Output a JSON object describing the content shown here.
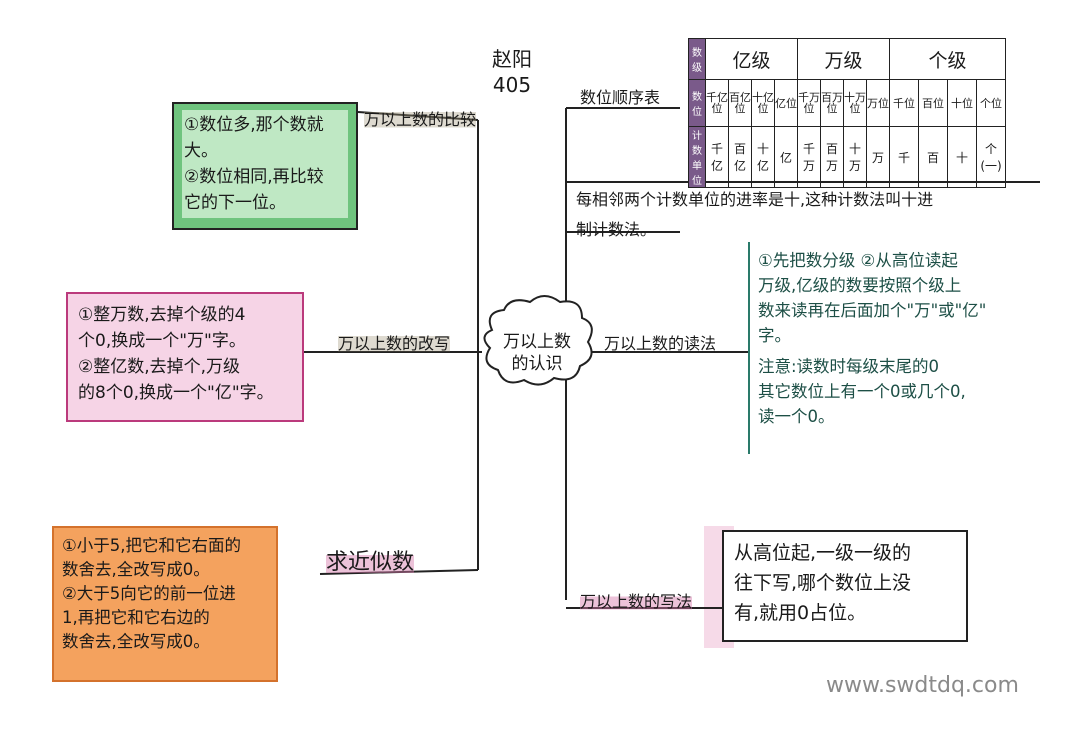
{
  "author": {
    "name": "赵阳",
    "number": "405"
  },
  "center": {
    "line1": "万以上数",
    "line2": "的认识"
  },
  "left_branches": {
    "compare": "万以上数的比较",
    "rewrite": "万以上数的改写",
    "approx": "求近似数"
  },
  "right_branches": {
    "order": "数位顺序表",
    "decimal_line1": "每相邻两个计数单位的进率是十,这种计数法叫十进",
    "decimal_line2": "制计数法。",
    "reading": "万以上数的读法",
    "writing": "万以上数的写法"
  },
  "compare_box": {
    "lines": [
      "①数位多,那个数就",
      "大。",
      "②数位相同,再比较",
      "它的下一位。"
    ]
  },
  "rewrite_box": {
    "lines": [
      "①整万数,去掉个级的4",
      "个0,换成一个\"万\"字。",
      "②整亿数,去掉个,万级",
      "的8个0,换成一个\"亿\"字。"
    ]
  },
  "approx_box": {
    "lines": [
      "①小于5,把它和它右面的",
      "数舍去,全改写成0。",
      "②大于5向它的前一位进",
      "1,再把它和它右边的",
      "数舍去,全改写成0。"
    ]
  },
  "reading_box": {
    "lines": [
      "①先把数分级 ②从高位读起",
      "万级,亿级的数要按照个级上",
      "数来读再在后面加个\"万\"或\"亿\"",
      "字。",
      "注意:读数时每级末尾的0",
      "其它数位上有一个0或几个0,",
      "读一个0。"
    ]
  },
  "writing_box": {
    "lines": [
      "从高位起,一级一级的",
      "往下写,哪个数位上没",
      "有,就用0占位。"
    ]
  },
  "place_table": {
    "side_top": "数级",
    "side_mid": "数位",
    "side_bottom": "计数单位",
    "levels": [
      "亿级",
      "万级",
      "个级"
    ],
    "positions": [
      "千亿位",
      "百亿位",
      "十亿位",
      "亿位",
      "千万位",
      "百万位",
      "十万位",
      "万位",
      "千位",
      "百位",
      "十位",
      "个位"
    ],
    "units": [
      "千亿",
      "百亿",
      "十亿",
      "亿",
      "千万",
      "百万",
      "十万",
      "万",
      "千",
      "百",
      "十",
      "个(一)"
    ]
  },
  "watermark": "www.swdtdq.com",
  "colors": {
    "green": "#6fc47e",
    "pink": "#bb3a7c",
    "orange": "#f4a25e",
    "teal": "#2a7a6a"
  }
}
